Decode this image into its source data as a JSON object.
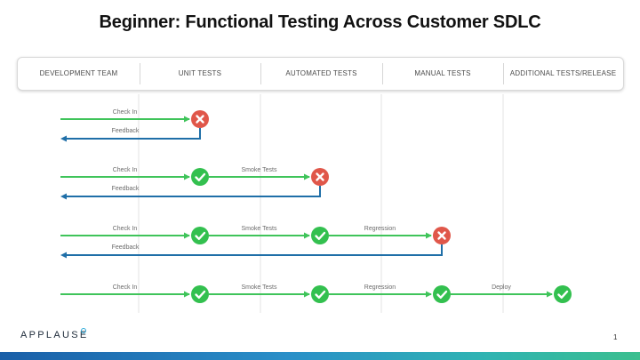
{
  "title": "Beginner: Functional Testing Across Customer SDLC",
  "columns": [
    "DEVELOPMENT TEAM",
    "UNIT TESTS",
    "AUTOMATED TESTS",
    "MANUAL TESTS",
    "ADDITIONAL TESTS/RELEASE"
  ],
  "colors": {
    "forward": "#3fc45a",
    "feedback": "#1f6fa8",
    "pass": "#33c04f",
    "fail": "#e0574a",
    "label": "#6b6b6b"
  },
  "rows": [
    {
      "forward_labels": [
        "Check In"
      ],
      "stages": [
        "fail"
      ],
      "feedback_label": "Feedback"
    },
    {
      "forward_labels": [
        "Check In",
        "Smoke Tests"
      ],
      "stages": [
        "pass",
        "fail"
      ],
      "feedback_label": "Feedback"
    },
    {
      "forward_labels": [
        "Check In",
        "Smoke Tests",
        "Regression"
      ],
      "stages": [
        "pass",
        "pass",
        "fail"
      ],
      "feedback_label": "Feedback"
    },
    {
      "forward_labels": [
        "Check In",
        "Smoke Tests",
        "Regression",
        "Deploy"
      ],
      "stages": [
        "pass",
        "pass",
        "pass",
        "pass"
      ],
      "feedback_label": ""
    }
  ],
  "footer": {
    "logo": "APPLAUSE",
    "page_number": "1"
  }
}
